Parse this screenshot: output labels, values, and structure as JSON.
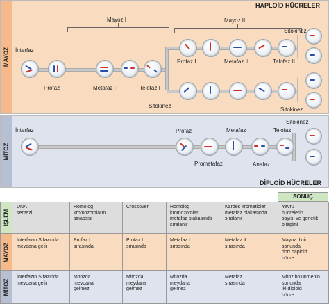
{
  "header": {
    "haploid_title": "HAPLOİD HÜCRELER",
    "diploid_title": "DİPLOİD HÜCRELER"
  },
  "meiosis": {
    "side_label": "MAYOZ",
    "stage_interfaz": "İnterfaz",
    "mayoz1": "Mayoz I",
    "mayoz2": "Mayoz II",
    "profaz1": "Profaz I",
    "metafaz1": "Metafaz I",
    "telofaz1": "Telofaz I",
    "sitokinez_mid": "Sitokinez",
    "profaz2": "Profaz I",
    "metafaz2": "Metafaz II",
    "telofaz2": "Telofaz II",
    "sitokinez_top": "Sitokinez",
    "sitokinez_bottom": "Sitokinez"
  },
  "mitosis": {
    "side_label": "MİTOZ",
    "stage_interfaz": "İnterfaz",
    "profaz": "Profaz",
    "prometafaz": "Prometafaz",
    "metafaz": "Metafaz",
    "anafaz": "Anafaz",
    "telofaz": "Telofaz",
    "sitokinez": "Sitokinez"
  },
  "table": {
    "sonuc_header": "SONUÇ",
    "rows": [
      {
        "label": "İŞLEM",
        "cells": [
          "DNA\nsentezi",
          "Homolog\nkromozomların\nsinapsisi",
          "Crossover",
          "Homolog\nkromozomlar\nmetafaz plakasında\nsıralanır",
          "Kardeş kromatidler\nmetafaz plakasında\nsıralanır",
          "Yavru\nhücrelerin\nsayısı ve genetik\nbileşimi"
        ]
      },
      {
        "label": "MAYOZ",
        "cells": [
          "İnterfazın S fazında\nmeydana gelir",
          "Profaz I\nsırasında",
          "Profaz I\nsırasında",
          "Metafaz I\nsırasında",
          "Metafaz II\nsırasında",
          "Mayoz II'nin\nsonunda\ndört haploid\nhücre"
        ]
      },
      {
        "label": "MİTOZ",
        "cells": [
          "İnterfazın S fazında\nmeydana gelir",
          "Mitozda\nmeydana\ngelmez",
          "Mitozda\nmeydana\ngelmez",
          "Mitozda\nmeydana\ngelmez",
          "Metafaz\nsırasında",
          "Mitoz bölünmenin\nsonunda\niki diploid\nhücre"
        ]
      }
    ]
  },
  "colors": {
    "meiosis_bg": "#f9dcc0",
    "mitosis_bg": "#dfe3ee",
    "side_meiosis": "#f5b98a",
    "side_mitosis": "#b7bfd3",
    "table_header": "#dddddd",
    "sonuc_bg": "#cfe6c2",
    "chrom_red": "#d0302b",
    "chrom_blue": "#2c4ea8"
  }
}
